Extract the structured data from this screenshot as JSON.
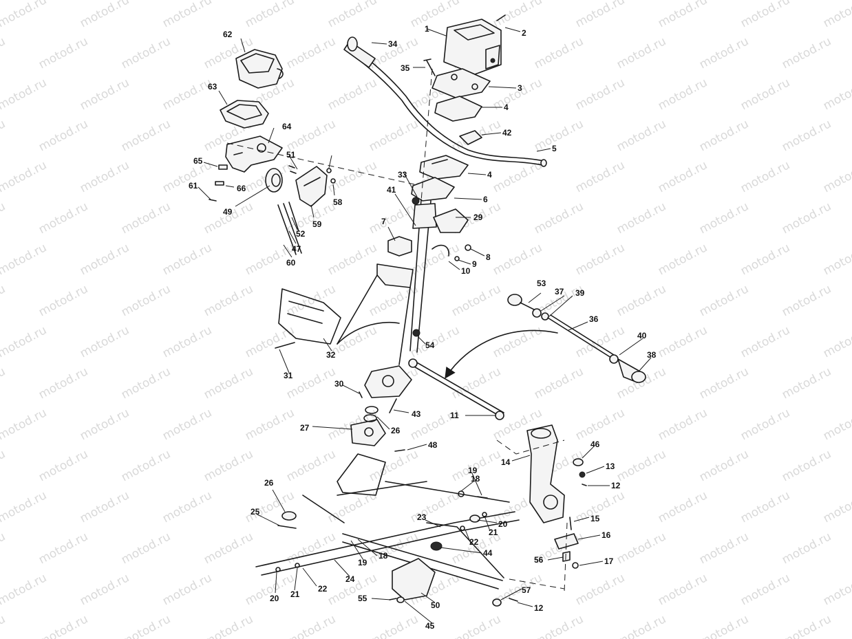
{
  "diagram": {
    "watermark_text": "motod.ru",
    "callout_labels": [
      "1",
      "2",
      "3",
      "4",
      "5",
      "6",
      "7",
      "8",
      "9",
      "10",
      "11",
      "12",
      "13",
      "14",
      "15",
      "16",
      "17",
      "18",
      "19",
      "20",
      "21",
      "22",
      "23",
      "24",
      "25",
      "26",
      "27",
      "29",
      "30",
      "31",
      "32",
      "33",
      "34",
      "35",
      "36",
      "37",
      "38",
      "39",
      "40",
      "41",
      "42",
      "43",
      "44",
      "45",
      "46",
      "47",
      "48",
      "49",
      "50",
      "51",
      "52",
      "53",
      "54",
      "55",
      "56",
      "57",
      "58",
      "59",
      "60",
      "61",
      "62",
      "63",
      "64",
      "65",
      "66"
    ],
    "colors": {
      "line": "#1a1a1a",
      "background": "#ffffff",
      "watermark": "#d9d9d9"
    }
  }
}
